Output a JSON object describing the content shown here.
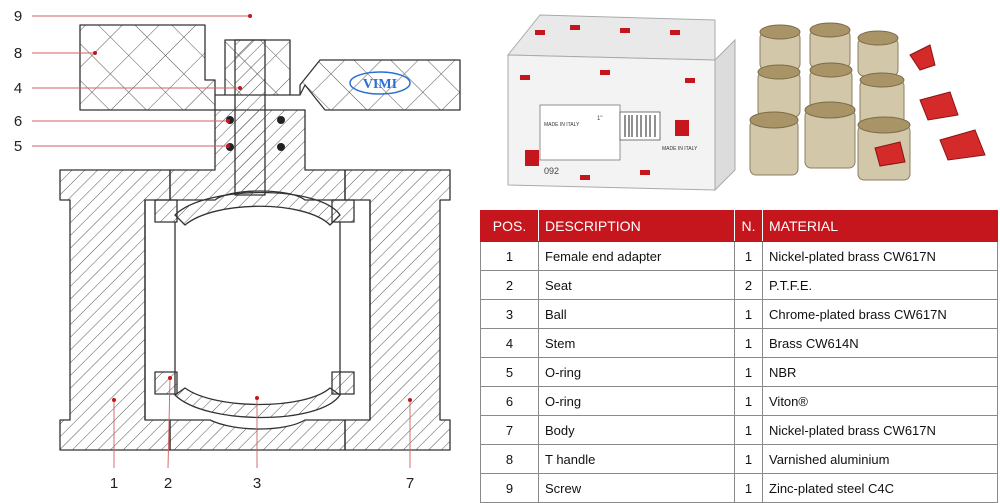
{
  "drawing": {
    "callouts": [
      "9",
      "8",
      "4",
      "6",
      "5",
      "1",
      "2",
      "3",
      "7"
    ],
    "brand": "VIMI"
  },
  "photo": {
    "box_texts": [
      "MADE IN ITALY",
      "MADE IN ITALY",
      "092",
      "1\""
    ]
  },
  "table": {
    "headers": [
      "POS.",
      "DESCRIPTION",
      "N.",
      "MATERIAL"
    ],
    "rows": [
      [
        "1",
        "Female end adapter",
        "1",
        "Nickel-plated brass CW617N"
      ],
      [
        "2",
        "Seat",
        "2",
        "P.T.F.E."
      ],
      [
        "3",
        "Ball",
        "1",
        "Chrome-plated brass CW617N"
      ],
      [
        "4",
        "Stem",
        "1",
        "Brass CW614N"
      ],
      [
        "5",
        "O-ring",
        "1",
        "NBR"
      ],
      [
        "6",
        "O-ring",
        "1",
        "Viton®"
      ],
      [
        "7",
        "Body",
        "1",
        "Nickel-plated brass CW617N"
      ],
      [
        "8",
        "T handle",
        "1",
        "Varnished aluminium"
      ],
      [
        "9",
        "Screw",
        "1",
        "Zinc-plated steel C4C"
      ]
    ]
  },
  "colors": {
    "accent": "#c5161d",
    "line": "#333333",
    "label_line": "#d06060"
  }
}
